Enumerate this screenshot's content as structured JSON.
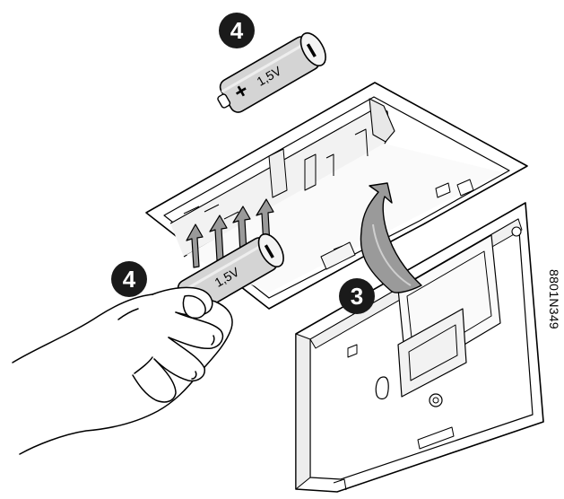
{
  "steps": {
    "top_battery": "4",
    "hand_battery": "4",
    "rotate_cover": "3"
  },
  "batteries": {
    "top": {
      "voltage": "1,5V",
      "plus": "+",
      "minus": ""
    },
    "hand": {
      "voltage": "1,5V",
      "plus": "+",
      "minus": ""
    }
  },
  "figure_code": "8801N349",
  "colors": {
    "badge": "#1a1a1a",
    "badge_text": "#ffffff",
    "outline": "#000000",
    "battery_body": "#d4d4d4",
    "battery_cap": "#f3f3f3",
    "arrow_fill": "#9a9a9a",
    "paper": "#ffffff"
  }
}
